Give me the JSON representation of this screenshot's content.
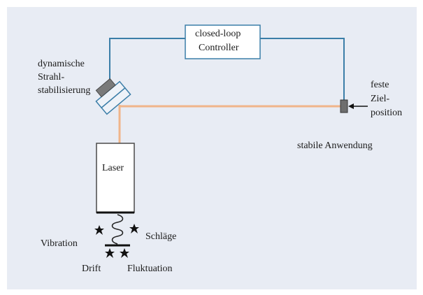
{
  "diagram": {
    "controller": {
      "line1": "closed-loop",
      "line2": "Controller"
    },
    "stabilizer": {
      "line1": "dynamische",
      "line2": "Strahl-",
      "line3": "stabilisierung"
    },
    "target": {
      "line1": "feste",
      "line2": "Ziel-",
      "line3": "position"
    },
    "application": "stabile Anwendung",
    "laser": "Laser",
    "disturbances": {
      "vibration": "Vibration",
      "schlaege": "Schläge",
      "drift": "Drift",
      "fluktuation": "Fluktuation"
    },
    "colors": {
      "background_panel": "#e8ecf4",
      "control_wire": "#3b7ea8",
      "beam": "#f0b58a",
      "text": "#1a1a1a"
    }
  }
}
